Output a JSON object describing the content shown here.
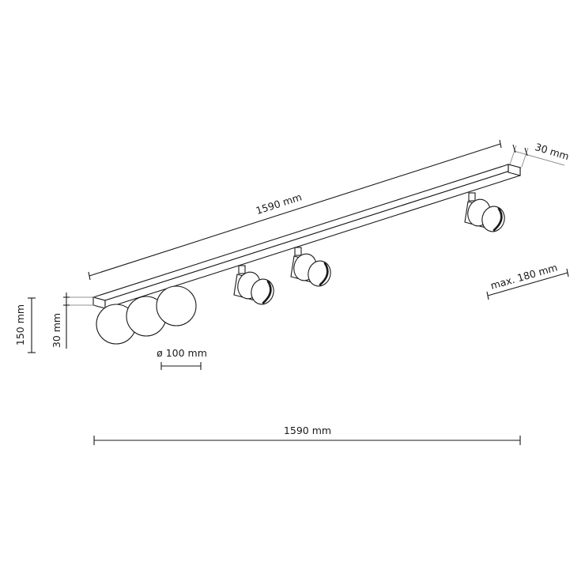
{
  "dimensions": {
    "top_length": "1590 mm",
    "depth": "30 mm",
    "max_height": "max. 180 mm",
    "height": "150 mm",
    "bar_height": "30 mm",
    "sphere_diameter": "ø 100 mm",
    "bottom_length": "1590 mm"
  }
}
